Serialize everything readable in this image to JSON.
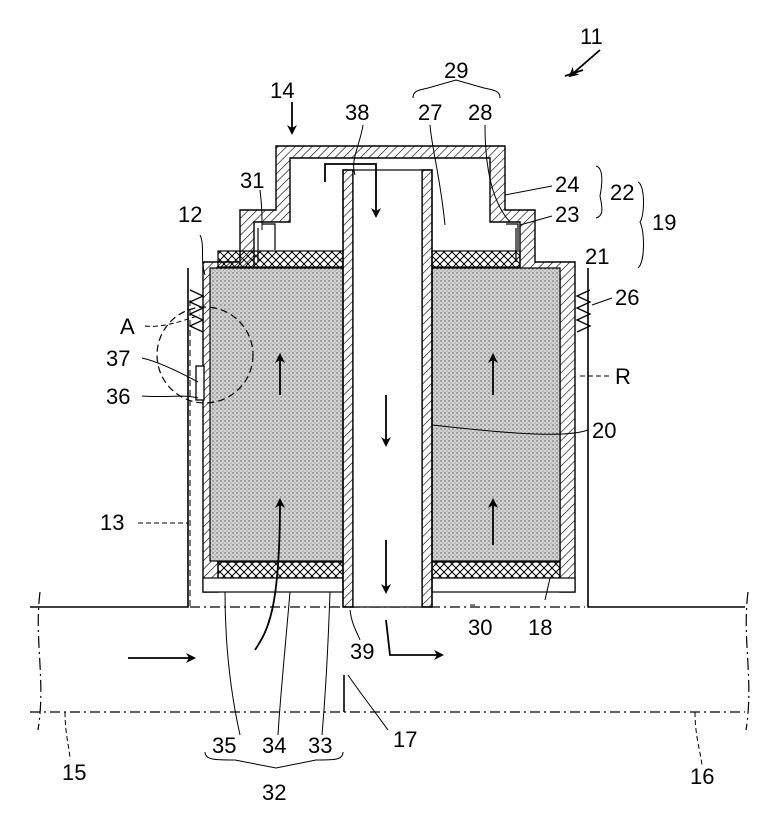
{
  "labels": {
    "l11": "11",
    "l14": "14",
    "l29": "29",
    "l38": "38",
    "l27": "27",
    "l28": "28",
    "l24": "24",
    "l22": "22",
    "l23": "23",
    "l19": "19",
    "l31": "31",
    "l12": "12",
    "l21": "21",
    "l26": "26",
    "lA": "A",
    "l37": "37",
    "l36": "36",
    "lR": "R",
    "l20": "20",
    "l13": "13",
    "l30": "30",
    "l18": "18",
    "l39": "39",
    "l35": "35",
    "l34": "34",
    "l33": "33",
    "l17": "17",
    "l15": "15",
    "l16": "16",
    "l32": "32"
  },
  "colors": {
    "line": "#000000",
    "stipple": "#d8d8d8",
    "background": "#ffffff"
  }
}
